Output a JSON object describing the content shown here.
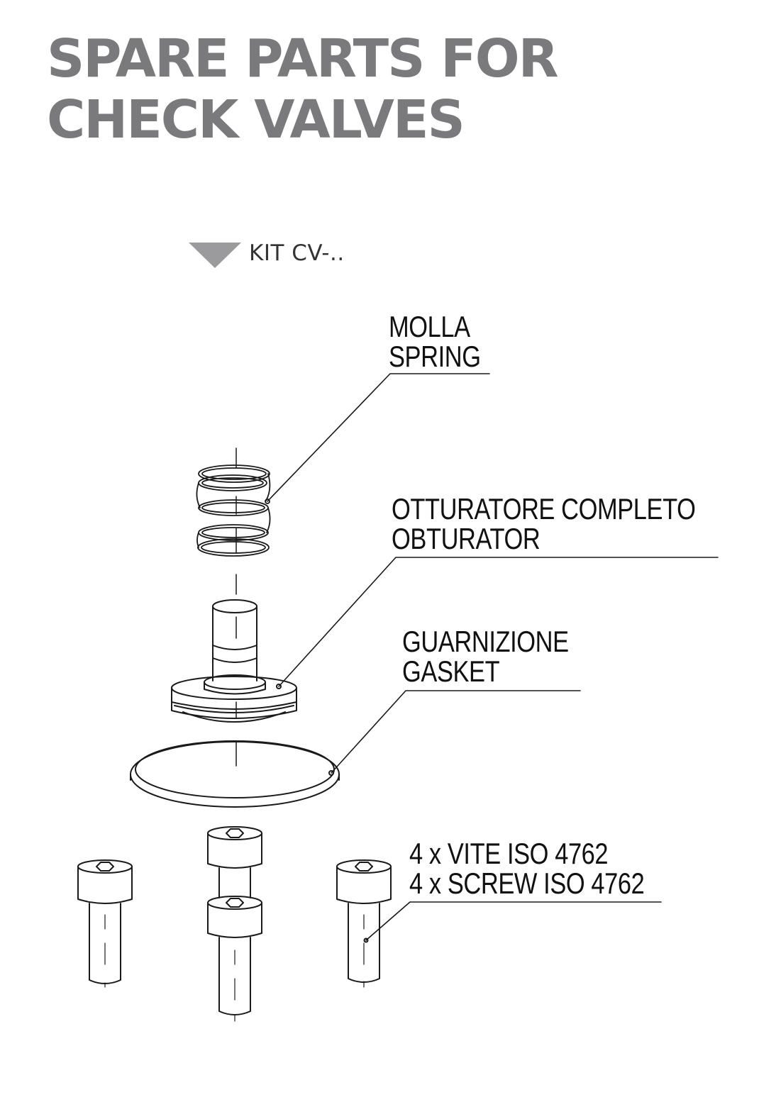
{
  "title": {
    "line1": "SPARE PARTS FOR",
    "line2": "CHECK VALVES"
  },
  "kit": {
    "label": "KIT CV-..",
    "marker_icon": "triangle-down-icon",
    "marker_color": "#9b9b9d"
  },
  "colors": {
    "title": "#7a7a7c",
    "line": "#1a1a1a"
  },
  "callouts": {
    "spring": {
      "it": "MOLLA",
      "en": "SPRING"
    },
    "obturator": {
      "it": "OTTURATORE COMPLETO",
      "en": "OBTURATOR"
    },
    "gasket": {
      "it": "GUARNIZIONE",
      "en": "GASKET"
    },
    "screw": {
      "it": "4 x VITE ISO 4762",
      "en": "4 x SCREW ISO 4762"
    }
  }
}
